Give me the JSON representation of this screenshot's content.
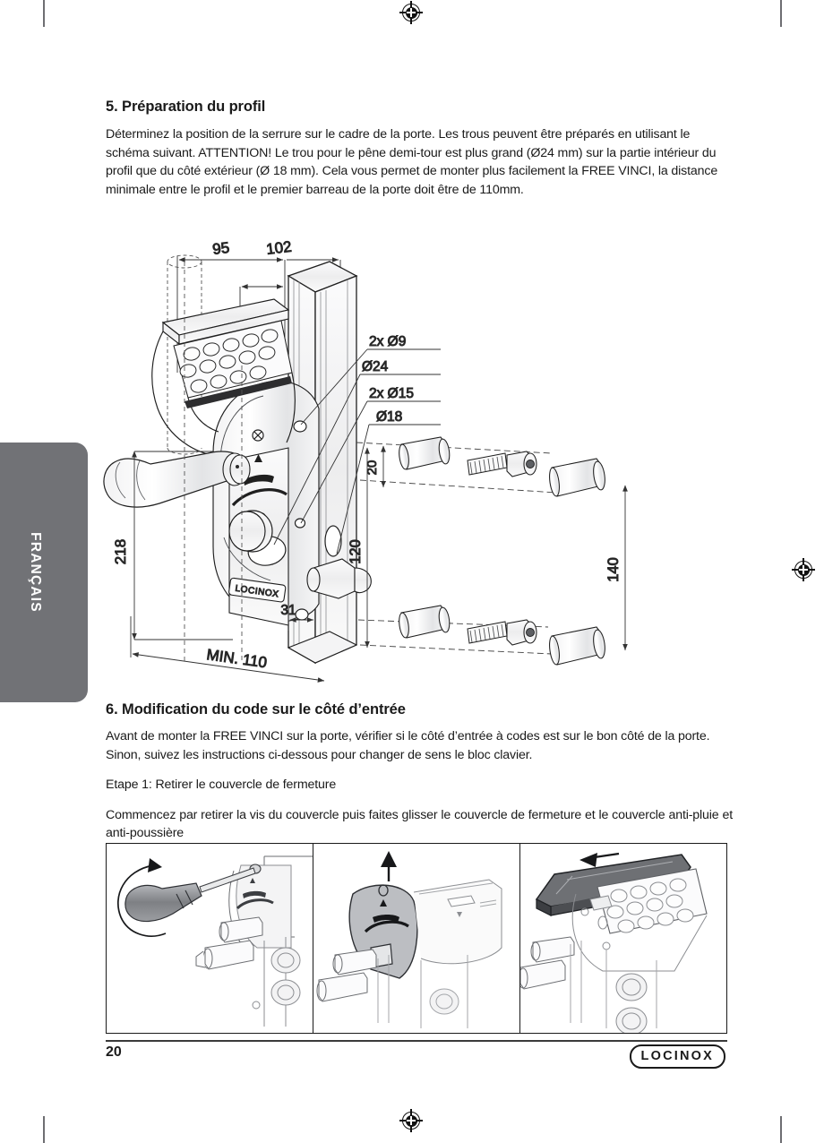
{
  "document": {
    "language_tab": "FRANÇAIS",
    "page_number": "20",
    "brand": "LOCINOX"
  },
  "section5": {
    "heading": "5. Préparation du profil",
    "paragraph": "Déterminez la position de la serrure sur le cadre de la porte. Les trous peuvent être préparés en utilisant le schéma suivant. ATTENTION! Le trou pour le pêne demi-tour  est plus grand (Ø24 mm) sur la partie intérieur du profil que du côté extérieur (Ø 18 mm). Cela vous permet de monter plus facilement la FREE VINCI, la distance minimale entre le profil et le premier barreau de la porte doit être de 110mm."
  },
  "figure": {
    "name": "profile-preparation-drawing",
    "lock_badge": "LOCINOX",
    "dimensions": {
      "top_left": "95",
      "top_right": "102",
      "left_height": "218",
      "hole_small_top": "2x Ø9",
      "hole_latch_inner": "Ø24",
      "hole_medium": "2x Ø15",
      "hole_latch_outer": "Ø18",
      "offset_20": "20",
      "spacing_120": "120",
      "spacing_140": "140",
      "profile_width": "31",
      "min_distance": "MIN. 110"
    }
  },
  "section6": {
    "heading": "6. Modification du code sur le côté d’entrée",
    "paragraph1": "Avant de monter la FREE VINCI sur la porte, vérifier si le côté d’entrée à codes  est sur le bon côté de la porte. Sinon, suivez les instructions ci-dessous pour changer de sens le bloc clavier.",
    "step_label": "Etape 1: Retirer le couvercle de fermeture",
    "paragraph2": "Commencez par retirer la vis du couvercle puis faites glisser le couvercle de fermeture et le couvercle anti-pluie et anti-poussière"
  },
  "panels": [
    {
      "name": "panel-unscrew-cover-screw",
      "icon": "screwdriver-rotation-icon"
    },
    {
      "name": "panel-slide-closing-cover-up",
      "icon": "up-arrow-icon"
    },
    {
      "name": "panel-slide-rain-cover-left",
      "icon": "left-arrow-icon"
    }
  ],
  "colors": {
    "tab_gray": "#717276",
    "ink": "#1a1a1a",
    "shade_light": "#d8d9dc",
    "shade_mid": "#a9abaf",
    "shade_dark": "#6e7074"
  }
}
